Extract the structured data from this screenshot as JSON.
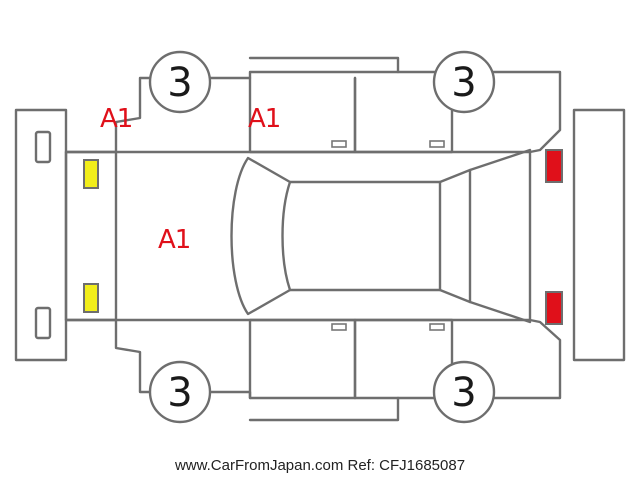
{
  "wheels": {
    "front_left": "3",
    "rear_left": "3",
    "front_right": "3",
    "rear_right": "3"
  },
  "damage_marks": {
    "front_left_fender": "A1",
    "left_front_door": "A1",
    "hood": "A1"
  },
  "colors": {
    "mark_red": "#e0101a",
    "front_lamp_yellow": "#f2ee1a",
    "rear_lamp_red": "#e0101a",
    "outline_gray": "#6e6e6e"
  },
  "footer": {
    "source_text": "www.CarFromJapan.com Ref: CFJ1685087"
  }
}
